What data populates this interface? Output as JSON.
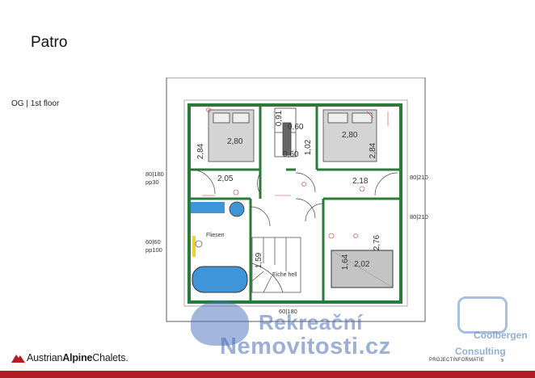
{
  "slide": {
    "title": "Patro",
    "subtitle": "OG | 1st floor"
  },
  "plan": {
    "dims": {
      "bed_left_width": "2,80",
      "bed_left_height": "2,84",
      "bed_right_width": "2,80",
      "bed_right_height": "2,84",
      "closet_091": "0,91",
      "closet_060_top": "0,60",
      "closet_060_bottom": "0,60",
      "closet_102": "1,02",
      "hall_left": "2,05",
      "hall_right": "2,18",
      "room_276": "2,76",
      "room_164": "1,64",
      "room_202": "2,02",
      "stair_159": "1,59"
    },
    "labels": {
      "fliesen": "Fliesen",
      "eiche_hell": "Eiche hell"
    },
    "window_labels": {
      "left_top_1": "80|180",
      "left_top_2": "pp30",
      "left_mid_1": "60|60",
      "left_mid_2": "pp100",
      "right_top": "80|210",
      "right_mid": "80|210",
      "bottom": "60|180"
    }
  },
  "footer": {
    "brand_prefix": "Austrian",
    "brand_bold": "Alpine",
    "brand_suffix": "Chalets.",
    "project_info": "PROJECTINFORMATIE",
    "page_number": "9"
  },
  "watermark": {
    "line1": "Rekreační",
    "line2": "Nemovitosti.cz",
    "consult1": "Coolbergen",
    "consult2": "Consulting"
  },
  "colors": {
    "wall": "#2a7a3a",
    "bath": "#3f95d8",
    "accent": "#b01d25"
  }
}
